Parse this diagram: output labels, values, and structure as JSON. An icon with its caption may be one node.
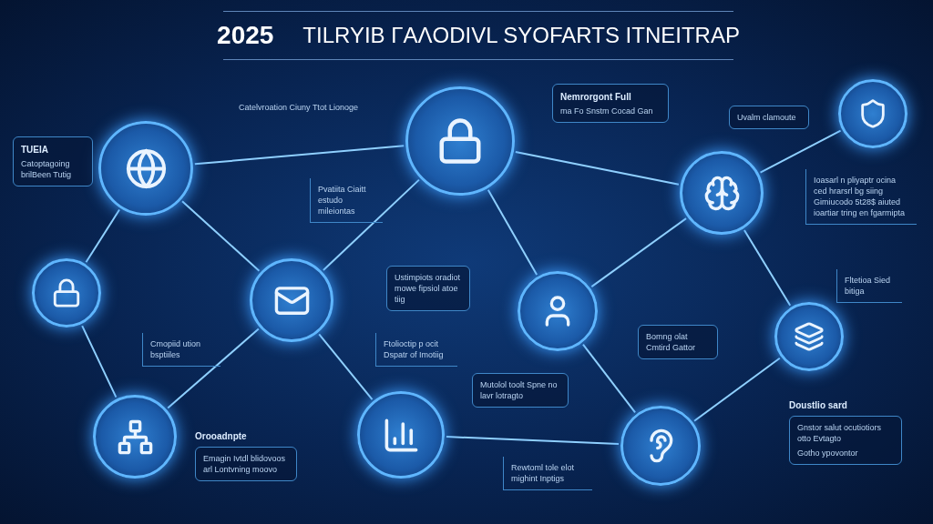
{
  "diagram": {
    "title": "TILRYIB ΓAΛODIVL SYOFARTS ITNEITRAP",
    "nodes": [
      {
        "text": [],
        "shape": "circle"
      },
      {
        "text": [],
        "shape": "circle"
      },
      {
        "text": [],
        "shape": "circle"
      },
      {
        "text": [],
        "shape": "circle"
      },
      {
        "text": [],
        "shape": "circle"
      },
      {
        "text": [],
        "shape": "circle"
      },
      {
        "text": [],
        "shape": "circle"
      },
      {
        "text": [],
        "shape": "circle"
      },
      {
        "text": [],
        "shape": "circle"
      },
      {
        "text": [],
        "shape": "circle"
      },
      {
        "text": [],
        "shape": "circle"
      },
      {
        "text": [
          "TUEIA",
          "Catoptagoing brilBeen Tutig"
        ]
      },
      {
        "text": [
          "Pvatiita Ciaitt estudo mileiontas"
        ]
      },
      {
        "text": [
          "Nemrorgont Full",
          "ma Fo Snstm Cocad Gan"
        ]
      },
      {
        "text": [
          "Uvalm clamoute"
        ]
      },
      {
        "text": [
          "Ioasarl n pliyaptr ocina ced hrarsrl bg siing Gimiucodo 5t28$ aiuted ioartiar tring en fgarmipta"
        ]
      },
      {
        "text": [
          "Ustimpiots oradiot mowe fipsiol atoe tiig"
        ]
      },
      {
        "text": [
          "Cmopiid ution bsptiiles"
        ]
      },
      {
        "text": [
          "Ftolioctip p ocit Dspatr of Imotiig"
        ]
      },
      {
        "text": [
          "Bomng olat Cmtird Gattor"
        ]
      },
      {
        "text": [
          "Fltetioa Sied bitiga"
        ]
      },
      {
        "text": [
          "Mutolol toolt Spne no lavr lotragto"
        ]
      },
      {
        "text": [
          "Orooadnpte",
          "Emagin Ivtdl blidovoos arl Lontvning moovo"
        ]
      },
      {
        "text": [
          "Rewtoml tole elot mighint Inptigs"
        ]
      },
      {
        "text": [
          "Doustlio sard",
          "Gnstor salut ocutiotiors otto Evtagto",
          "Gotho ypovontor"
        ]
      }
    ],
    "edges": [
      {
        "from": 0,
        "to": 1,
        "arrow": "none"
      },
      {
        "from": 0,
        "to": 4,
        "arrow": "none"
      },
      {
        "from": 0,
        "to": 5,
        "arrow": "none"
      },
      {
        "from": 4,
        "to": 8,
        "arrow": "none"
      },
      {
        "from": 8,
        "to": 5,
        "arrow": "none"
      },
      {
        "from": 5,
        "to": 1,
        "arrow": "none"
      },
      {
        "from": 5,
        "to": 9,
        "arrow": "none"
      },
      {
        "from": 1,
        "to": 3,
        "arrow": "none"
      },
      {
        "from": 1,
        "to": 6,
        "arrow": "none"
      },
      {
        "from": 3,
        "to": 2,
        "arrow": "none"
      },
      {
        "from": 6,
        "to": 3,
        "arrow": "none"
      },
      {
        "from": 3,
        "to": 7,
        "arrow": "none"
      },
      {
        "from": 6,
        "to": 10,
        "arrow": "none"
      },
      {
        "from": 9,
        "to": 10,
        "arrow": "none"
      },
      {
        "from": 10,
        "to": 7,
        "arrow": "none"
      }
    ],
    "labels": [
      "2025",
      "Catelvroation Ciuny Ttot Lionoge"
    ]
  }
}
